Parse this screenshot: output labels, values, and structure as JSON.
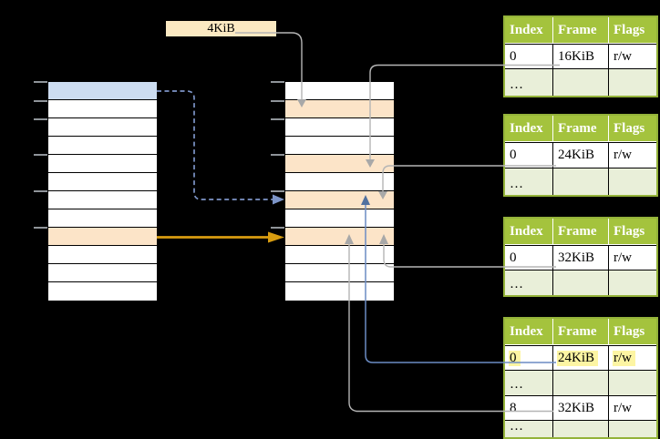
{
  "palette": {
    "background": "#000000",
    "row_white": "#ffffff",
    "row_blue": "#cdddf1",
    "row_orange": "#fce4c8",
    "row_border": "#000000",
    "tick_gray": "#8f9499",
    "label_bg": "#fbe9c2",
    "cell_text": "#000000",
    "table_header_bg": "#a4c33d",
    "table_header_text": "#ffffff",
    "table_border": "#94b33a",
    "table_dots_bg": "#e9efd9",
    "cell_highlight_yellow": "#fdf5a3",
    "arrow_gray": "#b5b5b5",
    "arrowhead_gray": "#a8a8a8",
    "arrow_blue": "#6b8cc4",
    "arrowhead_blue": "#51719f",
    "arrow_blue_dashed": "#7d95c8",
    "arrow_orange": "#d89c10"
  },
  "frame_size_label": {
    "text": "4KiB"
  },
  "memory_columns": {
    "left": {
      "rows": [
        "blue",
        "white",
        "white",
        "white",
        "white",
        "white",
        "white",
        "white",
        "orange",
        "white",
        "white",
        "white"
      ]
    },
    "right": {
      "rows": [
        "white",
        "orange",
        "white",
        "white",
        "orange",
        "white",
        "orange",
        "white",
        "orange",
        "white",
        "white",
        "white"
      ]
    }
  },
  "page_tables": [
    {
      "id": "page-table-16kib",
      "headers": [
        "Index",
        "Frame",
        "Flags"
      ],
      "rows": [
        {
          "type": "data",
          "cells": [
            "0",
            "16KiB",
            "r/w"
          ],
          "highlighted": false
        },
        {
          "type": "dots",
          "cells": [
            "…",
            "",
            ""
          ],
          "highlighted": false
        }
      ]
    },
    {
      "id": "page-table-24kib",
      "headers": [
        "Index",
        "Frame",
        "Flags"
      ],
      "rows": [
        {
          "type": "data",
          "cells": [
            "0",
            "24KiB",
            "r/w"
          ],
          "highlighted": false
        },
        {
          "type": "dots",
          "cells": [
            "…",
            "",
            ""
          ],
          "highlighted": false
        }
      ]
    },
    {
      "id": "page-table-32kib",
      "headers": [
        "Index",
        "Frame",
        "Flags"
      ],
      "rows": [
        {
          "type": "data",
          "cells": [
            "0",
            "32KiB",
            "r/w"
          ],
          "highlighted": false
        },
        {
          "type": "dots",
          "cells": [
            "…",
            "",
            ""
          ],
          "highlighted": false
        }
      ]
    },
    {
      "id": "level2-page-table",
      "headers": [
        "Index",
        "Frame",
        "Flags"
      ],
      "rows": [
        {
          "type": "data",
          "cells": [
            "0",
            "24KiB",
            "r/w"
          ],
          "highlighted": true
        },
        {
          "type": "dots",
          "cells": [
            "…",
            "",
            ""
          ],
          "highlighted": false
        },
        {
          "type": "data",
          "cells": [
            "8",
            "32KiB",
            "r/w"
          ],
          "highlighted": false
        },
        {
          "type": "dots",
          "cells": [
            "…",
            "",
            ""
          ],
          "highlighted": false
        }
      ]
    }
  ]
}
